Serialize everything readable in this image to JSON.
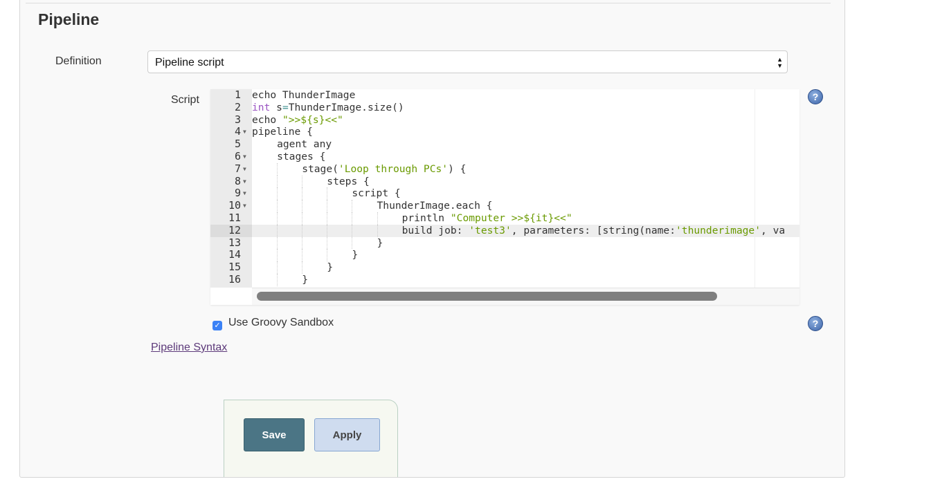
{
  "section": {
    "title": "Pipeline"
  },
  "definition": {
    "label": "Definition",
    "value": "Pipeline script"
  },
  "script": {
    "label": "Script",
    "lines": [
      {
        "n": "1",
        "fold": false,
        "indent": 0,
        "tokens": [
          [
            "p",
            "echo ThunderImage"
          ]
        ]
      },
      {
        "n": "2",
        "fold": false,
        "indent": 0,
        "tokens": [
          [
            "kw",
            "int"
          ],
          [
            "p",
            " s"
          ],
          [
            "op",
            "="
          ],
          [
            "p",
            "ThunderImage.size()"
          ]
        ]
      },
      {
        "n": "3",
        "fold": false,
        "indent": 0,
        "tokens": [
          [
            "p",
            "echo "
          ],
          [
            "str",
            "\">>${s}<<\""
          ]
        ]
      },
      {
        "n": "4",
        "fold": true,
        "indent": 0,
        "tokens": [
          [
            "p",
            "pipeline {"
          ]
        ]
      },
      {
        "n": "5",
        "fold": false,
        "indent": 1,
        "tokens": [
          [
            "p",
            "agent any"
          ]
        ]
      },
      {
        "n": "6",
        "fold": true,
        "indent": 1,
        "tokens": [
          [
            "p",
            "stages {"
          ]
        ]
      },
      {
        "n": "7",
        "fold": true,
        "indent": 2,
        "tokens": [
          [
            "p",
            "stage("
          ],
          [
            "str",
            "'Loop through PCs'"
          ],
          [
            "p",
            ") {"
          ]
        ]
      },
      {
        "n": "8",
        "fold": true,
        "indent": 3,
        "tokens": [
          [
            "p",
            "steps {"
          ]
        ]
      },
      {
        "n": "9",
        "fold": true,
        "indent": 4,
        "tokens": [
          [
            "p",
            "script {"
          ]
        ]
      },
      {
        "n": "10",
        "fold": true,
        "indent": 5,
        "tokens": [
          [
            "p",
            "ThunderImage.each {"
          ]
        ]
      },
      {
        "n": "11",
        "fold": false,
        "indent": 6,
        "tokens": [
          [
            "p",
            "println "
          ],
          [
            "str",
            "\"Computer >>${it}<<\""
          ]
        ]
      },
      {
        "n": "12",
        "fold": false,
        "indent": 6,
        "active": true,
        "tokens": [
          [
            "p",
            "build job: "
          ],
          [
            "str",
            "'test3'"
          ],
          [
            "p",
            ", parameters: [string(name:"
          ],
          [
            "str",
            "'thunderimage'"
          ],
          [
            "p",
            ", va"
          ]
        ]
      },
      {
        "n": "13",
        "fold": false,
        "indent": 5,
        "tokens": [
          [
            "p",
            "}"
          ]
        ]
      },
      {
        "n": "14",
        "fold": false,
        "indent": 4,
        "tokens": [
          [
            "p",
            "}"
          ]
        ]
      },
      {
        "n": "15",
        "fold": false,
        "indent": 3,
        "tokens": [
          [
            "p",
            "}"
          ]
        ]
      },
      {
        "n": "16",
        "fold": false,
        "indent": 2,
        "tokens": [
          [
            "p",
            "}"
          ]
        ]
      }
    ]
  },
  "sandbox": {
    "label": "Use Groovy Sandbox",
    "checked": true
  },
  "pipeline_syntax_link": "Pipeline Syntax",
  "buttons": {
    "save": "Save",
    "apply": "Apply"
  },
  "help_icon_glyph": "?"
}
